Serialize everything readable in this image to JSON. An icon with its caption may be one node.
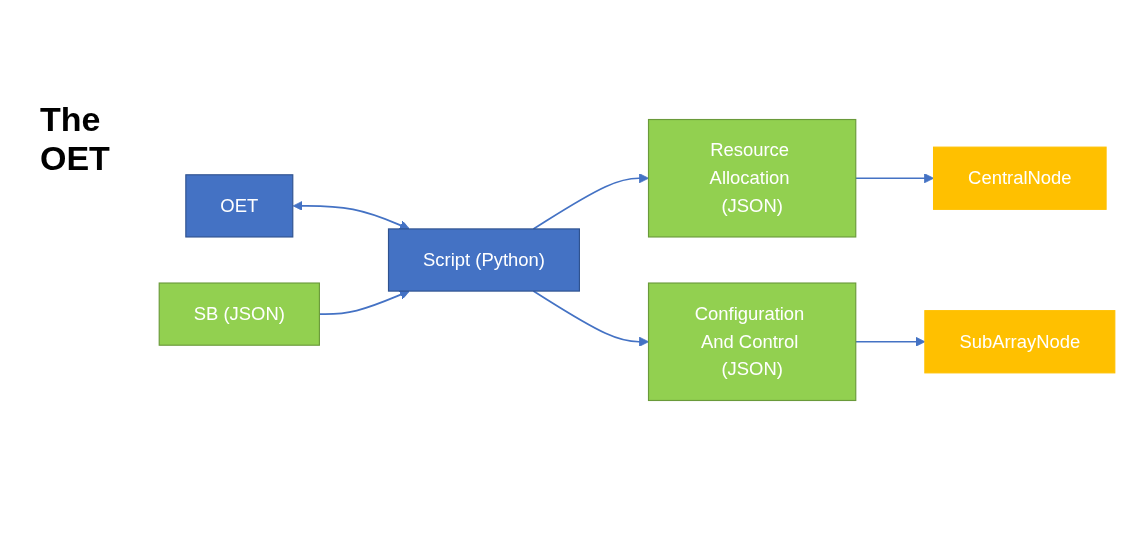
{
  "diagram": {
    "title": "The OET",
    "nodes": [
      {
        "text": [
          "OET"
        ]
      },
      {
        "text": [
          "SB (JSON)"
        ]
      },
      {
        "text": [
          "Script (Python)"
        ]
      },
      {
        "text": [
          "Resource Allocation (JSON)"
        ]
      },
      {
        "text": [
          "Configuration And Control (JSON)"
        ]
      },
      {
        "text": [
          "CentralNode"
        ]
      },
      {
        "text": [
          "SubArrayNode"
        ]
      }
    ],
    "edges": [
      {
        "from": 0,
        "to": 2,
        "arrow": "both"
      },
      {
        "from": 1,
        "to": 2,
        "arrow": "to"
      },
      {
        "from": 2,
        "to": 3,
        "arrow": "to"
      },
      {
        "from": 2,
        "to": 4,
        "arrow": "to"
      },
      {
        "from": 3,
        "to": 5,
        "arrow": "to"
      },
      {
        "from": 4,
        "to": 6,
        "arrow": "to"
      }
    ]
  }
}
